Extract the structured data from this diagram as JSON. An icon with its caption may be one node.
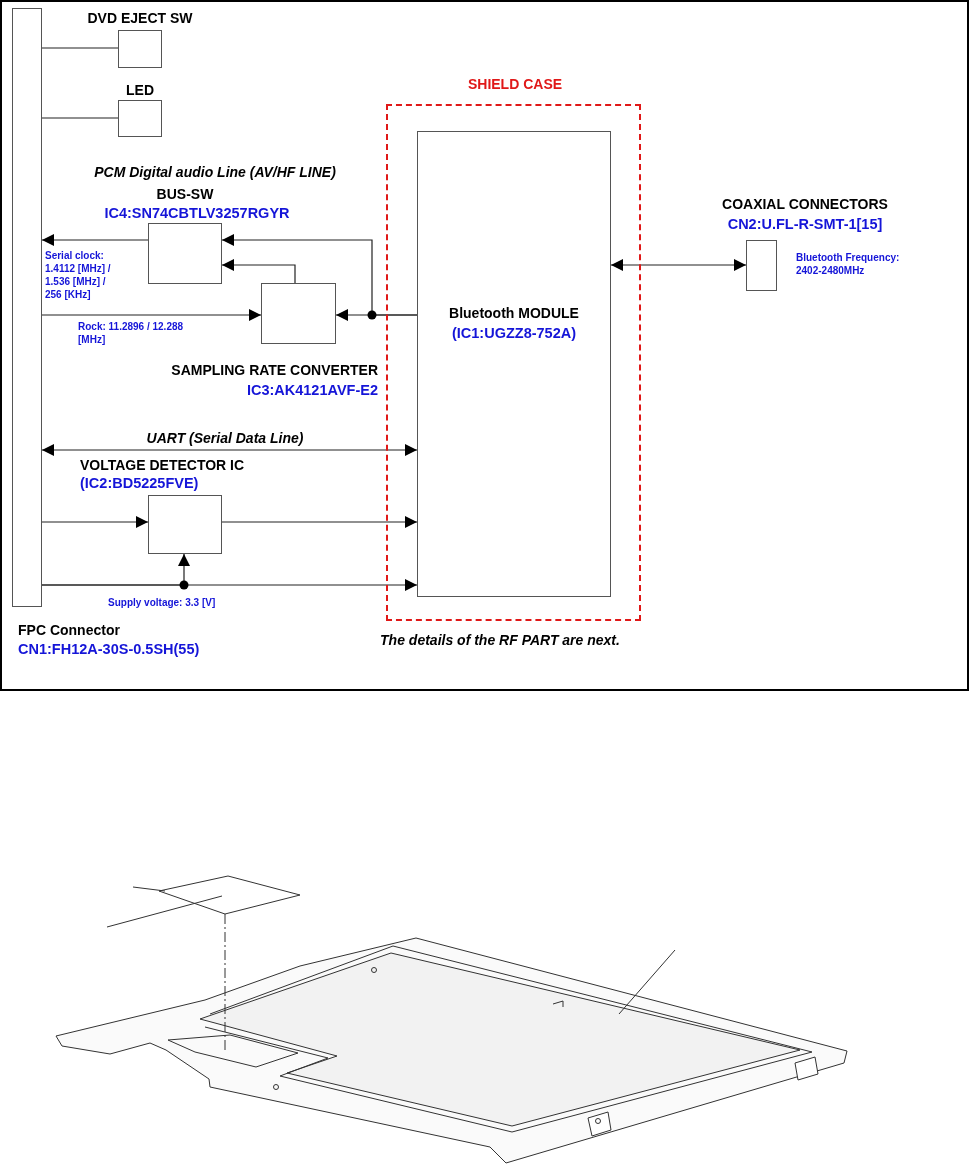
{
  "diagram": {
    "nodes": [
      {
        "text": [
          "FPC Connector",
          "CN1:FH12A-30S-0.5SH(55)"
        ]
      },
      {
        "text": [
          "DVD EJECT SW"
        ]
      },
      {
        "text": [
          "LED"
        ]
      },
      {
        "text": [
          "BUS-SW",
          "IC4:SN74CBTLV3257RGYR"
        ]
      },
      {
        "text": [
          "SAMPLING RATE CONVERTER",
          "IC3:AK4121AVF-E2"
        ]
      },
      {
        "text": [
          "VOLTAGE DETECTOR IC",
          "(IC2:BD5225FVE)"
        ]
      },
      {
        "text": [
          "SHIELD CASE"
        ]
      },
      {
        "text": [
          "Bluetooth MODULE",
          "(IC1:UGZZ8-752A)"
        ],
        "in": 6
      },
      {
        "text": [
          "COAXIAL CONNECTORS",
          "CN2:U.FL-R-SMT-1[15]"
        ],
        "beside": [
          "Bluetooth Frequency: 2402-2480MHz"
        ]
      }
    ],
    "edges": [
      {
        "from": 0,
        "to": 1,
        "arrow": "none"
      },
      {
        "from": 0,
        "to": 2,
        "arrow": "none"
      },
      {
        "from": 3,
        "to": 0,
        "arrow": "to",
        "label": "Serial clock: 1.4112 [MHz] / 1.536 [MHz] / 256 [KHz]"
      },
      {
        "from": 0,
        "to": 4,
        "arrow": "to",
        "label": "Rock: 11.2896 / 12.288 [MHz]"
      },
      {
        "from": 4,
        "to": 3,
        "arrow": "to"
      },
      {
        "from": 7,
        "to": 3,
        "arrow": "to"
      },
      {
        "from": 7,
        "to": 4,
        "arrow": "to"
      },
      {
        "from": 0,
        "to": 7,
        "arrow": "both",
        "label": "UART (Serial Data Line)"
      },
      {
        "from": 0,
        "to": 5,
        "arrow": "to"
      },
      {
        "from": 5,
        "to": 7,
        "arrow": "to"
      },
      {
        "from": 0,
        "to": 5,
        "arrow": "to"
      },
      {
        "from": 0,
        "to": 7,
        "arrow": "to"
      },
      {
        "from": 7,
        "to": 8,
        "arrow": "both"
      }
    ],
    "labels": [
      "PCM Digital audio Line (AV/HF LINE)",
      "Supply voltage: 3.3 [V]",
      "The details of the RF PART are next."
    ]
  }
}
